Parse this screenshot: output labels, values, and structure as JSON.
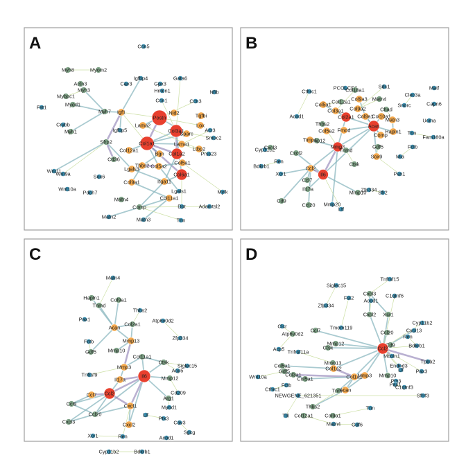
{
  "panels": [
    {
      "letter": "A",
      "nodes": [
        {
          "id": "Ccn5",
          "c": "blue"
        },
        {
          "id": "Myh8",
          "c": "green"
        },
        {
          "id": "Myom2",
          "c": "green"
        },
        {
          "id": "Actn3",
          "c": "green"
        },
        {
          "id": "Myh3",
          "c": "green"
        },
        {
          "id": "Cav3",
          "c": "blue"
        },
        {
          "id": "Igfbp4",
          "c": "blue"
        },
        {
          "id": "Gpx3",
          "c": "blue"
        },
        {
          "id": "Gata6",
          "c": "blue"
        },
        {
          "id": "Hmcn1",
          "c": "blue"
        },
        {
          "id": "Nfib",
          "c": "blue"
        },
        {
          "id": "Mybpc1",
          "c": "green"
        },
        {
          "id": "Myod1",
          "c": "green"
        },
        {
          "id": "Fst1",
          "c": "blue"
        },
        {
          "id": "Ccn1",
          "c": "blue"
        },
        {
          "id": "Ccn3",
          "c": "blue"
        },
        {
          "id": "Myh7",
          "c": "green"
        },
        {
          "id": "Igf1",
          "c": "orange"
        },
        {
          "id": "Nid2",
          "c": "orange"
        },
        {
          "id": "Tgfbi",
          "c": "orange"
        },
        {
          "id": "Postn",
          "c": "red"
        },
        {
          "id": "Lox",
          "c": "orange"
        },
        {
          "id": "Acr3",
          "c": "blue"
        },
        {
          "id": "Crybb",
          "c": "blue"
        },
        {
          "id": "Myh1",
          "c": "green"
        },
        {
          "id": "Igfbp5",
          "c": "blue"
        },
        {
          "id": "Lama2",
          "c": "orange"
        },
        {
          "id": "Col1a1",
          "c": "red"
        },
        {
          "id": "Col3a1",
          "c": "red"
        },
        {
          "id": "Sparc",
          "c": "orange"
        },
        {
          "id": "Smoc2",
          "c": "blue"
        },
        {
          "id": "Sfrp2",
          "c": "green"
        },
        {
          "id": "Lama1",
          "c": "orange"
        },
        {
          "id": "Ltbp2",
          "c": "orange"
        },
        {
          "id": "Wnt11",
          "c": "blue"
        },
        {
          "id": "Col12a1",
          "c": "orange"
        },
        {
          "id": "Bgn",
          "c": "orange"
        },
        {
          "id": "Col1a2",
          "c": "red"
        },
        {
          "id": "Prss23",
          "c": "blue"
        },
        {
          "id": "Wnt9a",
          "c": "blue"
        },
        {
          "id": "Sox6",
          "c": "blue"
        },
        {
          "id": "Cd36",
          "c": "green"
        },
        {
          "id": "Col5a1",
          "c": "orange"
        },
        {
          "id": "Lgals3",
          "c": "orange"
        },
        {
          "id": "Thbs2",
          "c": "orange"
        },
        {
          "id": "Col5a2",
          "c": "orange"
        },
        {
          "id": "Col6a1",
          "c": "red"
        },
        {
          "id": "Wnt10a",
          "c": "blue"
        },
        {
          "id": "Col9a1",
          "c": "orange"
        },
        {
          "id": "Itga11",
          "c": "orange"
        },
        {
          "id": "Lgals1",
          "c": "blue"
        },
        {
          "id": "Mylk",
          "c": "blue"
        },
        {
          "id": "Pdch7",
          "c": "blue"
        },
        {
          "id": "Matn4",
          "c": "green"
        },
        {
          "id": "Col11a1",
          "c": "orange"
        },
        {
          "id": "Comp",
          "c": "green"
        },
        {
          "id": "Dpt",
          "c": "blue"
        },
        {
          "id": "Adamtsl2",
          "c": "blue"
        },
        {
          "id": "Matn2",
          "c": "blue"
        },
        {
          "id": "Matn3",
          "c": "blue"
        },
        {
          "id": "Tnn",
          "c": "blue"
        }
      ]
    },
    {
      "letter": "B",
      "nodes": [
        {
          "id": "PCOLCE2",
          "c": "blue"
        },
        {
          "id": "Cthrc1",
          "c": "blue"
        },
        {
          "id": "Col18a1",
          "c": "green"
        },
        {
          "id": "Sdc1",
          "c": "blue"
        },
        {
          "id": "Clec3a",
          "c": "blue"
        },
        {
          "id": "Col12a1",
          "c": "green"
        },
        {
          "id": "Col9a3",
          "c": "orange"
        },
        {
          "id": "Matn4",
          "c": "green"
        },
        {
          "id": "Matf",
          "c": "blue"
        },
        {
          "id": "Col5a1",
          "c": "orange"
        },
        {
          "id": "Col3a1",
          "c": "orange"
        },
        {
          "id": "Col9a2",
          "c": "orange"
        },
        {
          "id": "Chad",
          "c": "green"
        },
        {
          "id": "Snorc",
          "c": "blue"
        },
        {
          "id": "Capn6",
          "c": "blue"
        },
        {
          "id": "Acod1",
          "c": "blue"
        },
        {
          "id": "Col10a1",
          "c": "orange"
        },
        {
          "id": "Thbs2",
          "c": "green"
        },
        {
          "id": "Col2a1",
          "c": "red"
        },
        {
          "id": "Col9a1",
          "c": "orange"
        },
        {
          "id": "Matn3",
          "c": "orange"
        },
        {
          "id": "Ucma",
          "c": "blue"
        },
        {
          "id": "Col5a2",
          "c": "orange"
        },
        {
          "id": "Acan",
          "c": "red"
        },
        {
          "id": "Hapln1",
          "c": "orange"
        },
        {
          "id": "Tnn",
          "c": "blue"
        },
        {
          "id": "Fam180a",
          "c": "blue"
        },
        {
          "id": "Mmp12",
          "c": "green"
        },
        {
          "id": "Fmod",
          "c": "orange"
        },
        {
          "id": "Comp",
          "c": "orange"
        },
        {
          "id": "Cyp11b2",
          "c": "blue"
        },
        {
          "id": "Cxcl3",
          "c": "green"
        },
        {
          "id": "Timp1",
          "c": "orange"
        },
        {
          "id": "Gdf5",
          "c": "green"
        },
        {
          "id": "Fctb",
          "c": "blue"
        },
        {
          "id": "Cxcl2",
          "c": "green"
        },
        {
          "id": "Mmp3",
          "c": "red"
        },
        {
          "id": "Tnmd",
          "c": "green"
        },
        {
          "id": "Sox9",
          "c": "orange"
        },
        {
          "id": "Mia",
          "c": "blue"
        },
        {
          "id": "Bdkrb1",
          "c": "blue"
        },
        {
          "id": "Ren",
          "c": "blue"
        },
        {
          "id": "Ccl2",
          "c": "orange"
        },
        {
          "id": "Ctsk",
          "c": "green"
        },
        {
          "id": "Xcr1",
          "c": "blue"
        },
        {
          "id": "Ccl7",
          "c": "green"
        },
        {
          "id": "Il6",
          "c": "red"
        },
        {
          "id": "Pax1",
          "c": "blue"
        },
        {
          "id": "Il17a",
          "c": "green"
        },
        {
          "id": "Mmp10",
          "c": "green"
        },
        {
          "id": "Zfp334",
          "c": "blue"
        },
        {
          "id": "Sfr2",
          "c": "blue"
        },
        {
          "id": "Cd9",
          "c": "green"
        },
        {
          "id": "Ccl20",
          "c": "green"
        },
        {
          "id": "Mmp20",
          "c": "blue"
        },
        {
          "id": "Ltf",
          "c": "blue"
        }
      ]
    },
    {
      "letter": "C",
      "nodes": [
        {
          "id": "Matn4",
          "c": "blue"
        },
        {
          "id": "Hapln1",
          "c": "green"
        },
        {
          "id": "Col9a1",
          "c": "green"
        },
        {
          "id": "Tnmd",
          "c": "green"
        },
        {
          "id": "Thbs2",
          "c": "blue"
        },
        {
          "id": "Pax1",
          "c": "blue"
        },
        {
          "id": "Acan",
          "c": "orange"
        },
        {
          "id": "Col2a1",
          "c": "green"
        },
        {
          "id": "Atp6v0d2",
          "c": "blue"
        },
        {
          "id": "Fctb",
          "c": "blue"
        },
        {
          "id": "Gdf5",
          "c": "green"
        },
        {
          "id": "Mmp13",
          "c": "orange"
        },
        {
          "id": "Zfp334",
          "c": "blue"
        },
        {
          "id": "Mmp10",
          "c": "green"
        },
        {
          "id": "Col11a1",
          "c": "green"
        },
        {
          "id": "Ctsk",
          "c": "green"
        },
        {
          "id": "Tnfrsf9",
          "c": "blue"
        },
        {
          "id": "Mmp3",
          "c": "orange"
        },
        {
          "id": "Siglec15",
          "c": "blue"
        },
        {
          "id": "Acp5",
          "c": "blue"
        },
        {
          "id": "Mmp12",
          "c": "green"
        },
        {
          "id": "Il17a",
          "c": "orange"
        },
        {
          "id": "Il6",
          "c": "red"
        },
        {
          "id": "Cd209",
          "c": "blue"
        },
        {
          "id": "Ccl2",
          "c": "red"
        },
        {
          "id": "Ccl7",
          "c": "orange"
        },
        {
          "id": "Arg1",
          "c": "green"
        },
        {
          "id": "Ccl9",
          "c": "green"
        },
        {
          "id": "Cxcl1",
          "c": "orange"
        },
        {
          "id": "Myod1",
          "c": "blue"
        },
        {
          "id": "Ccl20",
          "c": "green"
        },
        {
          "id": "Lif",
          "c": "blue"
        },
        {
          "id": "Ptx3",
          "c": "blue"
        },
        {
          "id": "Cav3",
          "c": "blue"
        },
        {
          "id": "Cxcl3",
          "c": "green"
        },
        {
          "id": "Cxcl2",
          "c": "orange"
        },
        {
          "id": "Xcr1",
          "c": "blue"
        },
        {
          "id": "Ren",
          "c": "blue"
        },
        {
          "id": "Sgcg",
          "c": "blue"
        },
        {
          "id": "Acod1",
          "c": "blue"
        },
        {
          "id": "Cyp11b2",
          "c": "blue"
        },
        {
          "id": "Bdkrb1",
          "c": "blue"
        }
      ]
    },
    {
      "letter": "D",
      "nodes": [
        {
          "id": "Tnfrsf15",
          "c": "blue"
        },
        {
          "id": "Siglec15",
          "c": "blue"
        },
        {
          "id": "Cxcl3",
          "c": "green"
        },
        {
          "id": "C1qtnf6",
          "c": "blue"
        },
        {
          "id": "Fst2",
          "c": "blue"
        },
        {
          "id": "Acod1",
          "c": "blue"
        },
        {
          "id": "Zfp334",
          "c": "blue"
        },
        {
          "id": "Cxcl2",
          "c": "green"
        },
        {
          "id": "Xcr1",
          "c": "green"
        },
        {
          "id": "Cyp11b2",
          "c": "blue"
        },
        {
          "id": "Clcr",
          "c": "blue"
        },
        {
          "id": "Tmem119",
          "c": "blue"
        },
        {
          "id": "Atp6v0d2",
          "c": "green"
        },
        {
          "id": "Ccl7",
          "c": "green"
        },
        {
          "id": "Ccl20",
          "c": "green"
        },
        {
          "id": "Cxcl13",
          "c": "blue"
        },
        {
          "id": "Ren",
          "c": "blue"
        },
        {
          "id": "Acp5",
          "c": "blue"
        },
        {
          "id": "Bdkrb1",
          "c": "blue"
        },
        {
          "id": "Cd9",
          "c": "green"
        },
        {
          "id": "Mmp12",
          "c": "green"
        },
        {
          "id": "Ctsk",
          "c": "green"
        },
        {
          "id": "Ccl2",
          "c": "red"
        },
        {
          "id": "Tnfrsf11a",
          "c": "blue"
        },
        {
          "id": "Mcoln1",
          "c": "blue"
        },
        {
          "id": "Mmp13",
          "c": "green"
        },
        {
          "id": "Tpbb2",
          "c": "blue"
        },
        {
          "id": "Col5a1",
          "c": "green"
        },
        {
          "id": "Col1a2",
          "c": "orange"
        },
        {
          "id": "Endod3",
          "c": "blue"
        },
        {
          "id": "Wnt10a",
          "c": "blue"
        },
        {
          "id": "Mmp3",
          "c": "orange"
        },
        {
          "id": "Mmp10",
          "c": "green"
        },
        {
          "id": "Gdf5",
          "c": "green"
        },
        {
          "id": "Col1a1",
          "c": "orange"
        },
        {
          "id": "Lif",
          "c": "blue"
        },
        {
          "id": "Pax3",
          "c": "blue"
        },
        {
          "id": "Col3a1",
          "c": "green"
        },
        {
          "id": "Fctb",
          "c": "blue"
        },
        {
          "id": "Ptx3",
          "c": "blue"
        },
        {
          "id": "Cthrc1",
          "c": "blue"
        },
        {
          "id": "Col5a1",
          "c": "green"
        },
        {
          "id": "Pax1",
          "c": "blue"
        },
        {
          "id": "C1qtnf3",
          "c": "blue"
        },
        {
          "id": "Tnmd",
          "c": "green"
        },
        {
          "id": "Acan",
          "c": "orange"
        },
        {
          "id": "Sfrrf3",
          "c": "blue"
        },
        {
          "id": "NEWGENE_621351",
          "c": "blue"
        },
        {
          "id": "Thbs2",
          "c": "green"
        },
        {
          "id": "Tnn",
          "c": "blue"
        },
        {
          "id": "Tlll",
          "c": "blue"
        },
        {
          "id": "Col12a1",
          "c": "green"
        },
        {
          "id": "Col9a1",
          "c": "green"
        },
        {
          "id": "Matn4",
          "c": "blue"
        },
        {
          "id": "Gdf6",
          "c": "blue"
        }
      ]
    }
  ],
  "colors": {
    "red": "#e8402e",
    "orange": "#f4a94e",
    "green": "#7fa387",
    "blue": "#3b8fb0",
    "edge_thin": "#c6db9a",
    "edge_mid": "#8cb8c0",
    "edge_strong": "#8a7bb3"
  }
}
